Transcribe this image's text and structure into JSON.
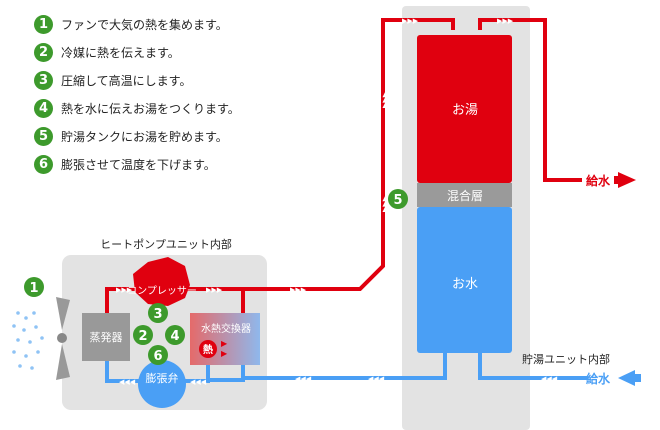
{
  "steps": [
    {
      "num": "1",
      "text": "ファンで大気の熱を集めます。"
    },
    {
      "num": "2",
      "text": "冷媒に熱を伝えます。"
    },
    {
      "num": "3",
      "text": "圧縮して高温にします。"
    },
    {
      "num": "4",
      "text": "熱を水に伝えお湯をつくります。"
    },
    {
      "num": "5",
      "text": "貯湯タンクにお湯を貯めます。"
    },
    {
      "num": "6",
      "text": "膨張させて温度を下げます。"
    }
  ],
  "heat_pump": {
    "title": "ヒートポンプユニット内部",
    "compressor": "コンプレッサー",
    "evaporator": "蒸発器",
    "heat_exchanger": "水熱交換器",
    "heat_badge": "熱",
    "expansion_valve": "膨張弁",
    "fan_step": "1",
    "step_markers": [
      "3",
      "2",
      "4",
      "6"
    ]
  },
  "tank": {
    "title": "貯湯ユニット内部",
    "hot_water": "お湯",
    "mixed_layer": "混合層",
    "cold_water": "お水",
    "step_marker": "5"
  },
  "pipes": {
    "supply_hot": "給水",
    "supply_cold": "給水"
  },
  "colors": {
    "hot": "#e0000f",
    "cold": "#4a9ff5",
    "green": "#3d9a2c",
    "unit_bg": "#e3e3e3",
    "tank_bg": "#e3e3e3",
    "mixed": "#9a9a9a"
  }
}
